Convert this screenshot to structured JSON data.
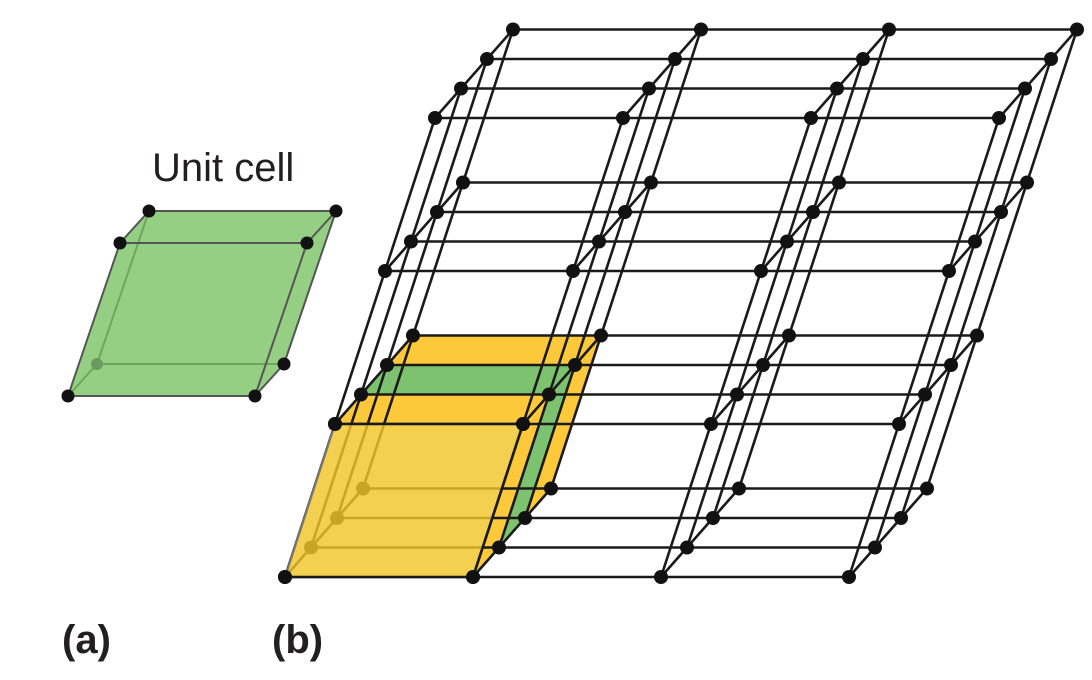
{
  "labels": {
    "unit_cell": "Unit cell",
    "panel_a": "(a)",
    "panel_b": "(b)"
  },
  "lattice": {
    "points_per_axis": [
      4,
      4,
      4
    ]
  },
  "colors": {
    "yellow": "#fdc93a",
    "green": "#7dc36f",
    "unit_cell_fill": "#8fcc7c",
    "line": "#1a1a1a"
  }
}
